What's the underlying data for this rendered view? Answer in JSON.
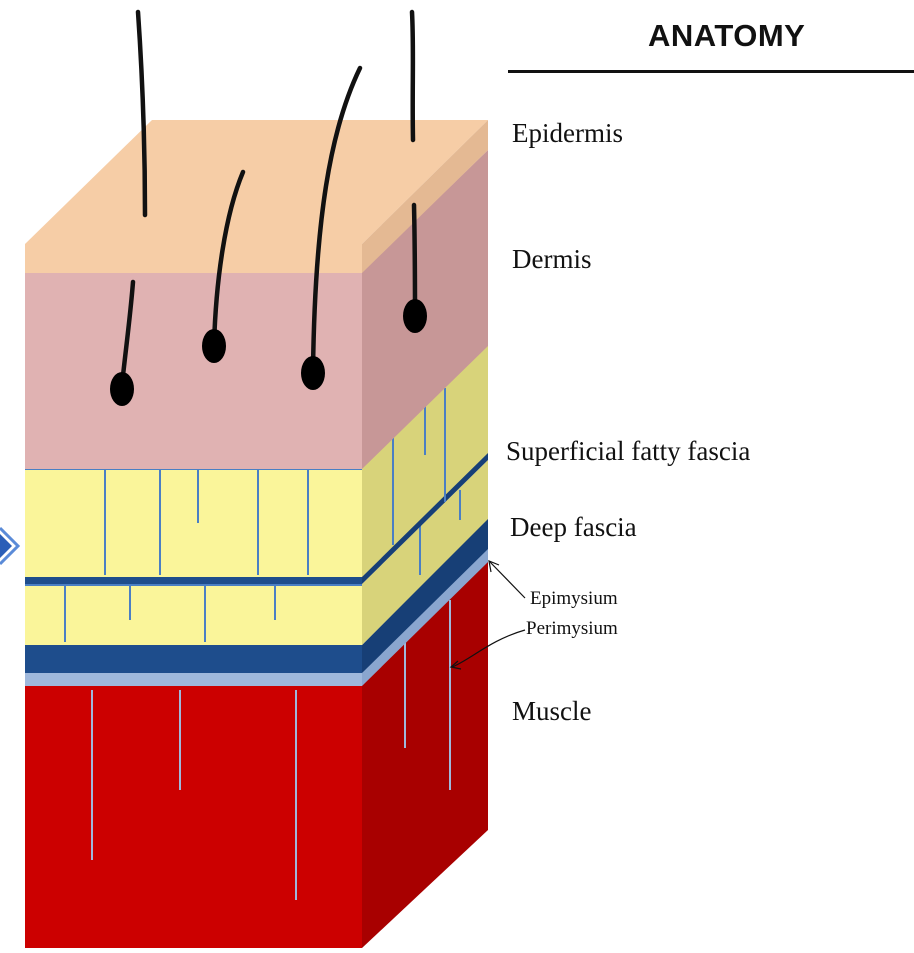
{
  "title": "ANATOMY",
  "labels": {
    "epidermis": "Epidermis",
    "dermis": "Dermis",
    "superficial_fatty_fascia": "Superficial fatty fascia",
    "deep_fascia": "Deep fascia",
    "epimysium": "Epimysium",
    "perimysium": "Perimysium",
    "muscle": "Muscle"
  },
  "colors": {
    "epidermis": "#f6cda6",
    "dermis": "#e0b2b2",
    "fat": "#faf59a",
    "deep_fascia": "#1e4d8c",
    "epimysium": "#9fb8dc",
    "muscle": "#cc0000"
  },
  "nav_arrow": "chevron-right-icon"
}
